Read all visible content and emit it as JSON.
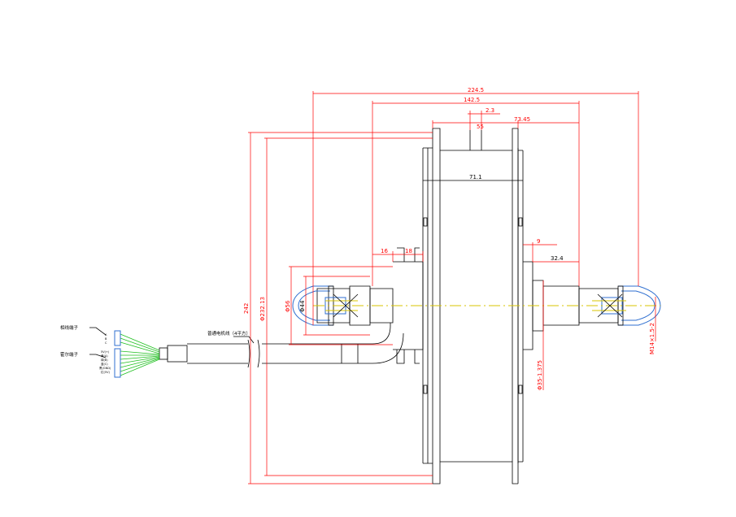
{
  "dimensions": {
    "d1": "224.5",
    "d2": "142.5",
    "d3": "2.3",
    "d4": "55",
    "d5": "73.45",
    "d6": "71.1",
    "d7": "16",
    "d8": "18",
    "d9": "9",
    "d10": "32.4",
    "d11": "242",
    "d12": "Φ232.13",
    "d13": "Φ56",
    "d14": "Φ44",
    "d15": "Φ35-1.375",
    "d16": "M14×1.5-2"
  },
  "labels": {
    "connector_a": "相线端子",
    "connector_b": "霍尔端子",
    "cable": "普通电机线（4平方）"
  },
  "wire_labels": [
    "A",
    "B",
    "C",
    "5V(+)",
    "黄(A)",
    "绿(B)",
    "蓝(C)",
    "黑(GND)",
    "红(5V)"
  ],
  "colors": {
    "dimension": "#ff0000",
    "outline": "#000000",
    "hatch": "#2f6fd0",
    "centerline": "#d8c400",
    "wires": "#1fbf1f"
  }
}
